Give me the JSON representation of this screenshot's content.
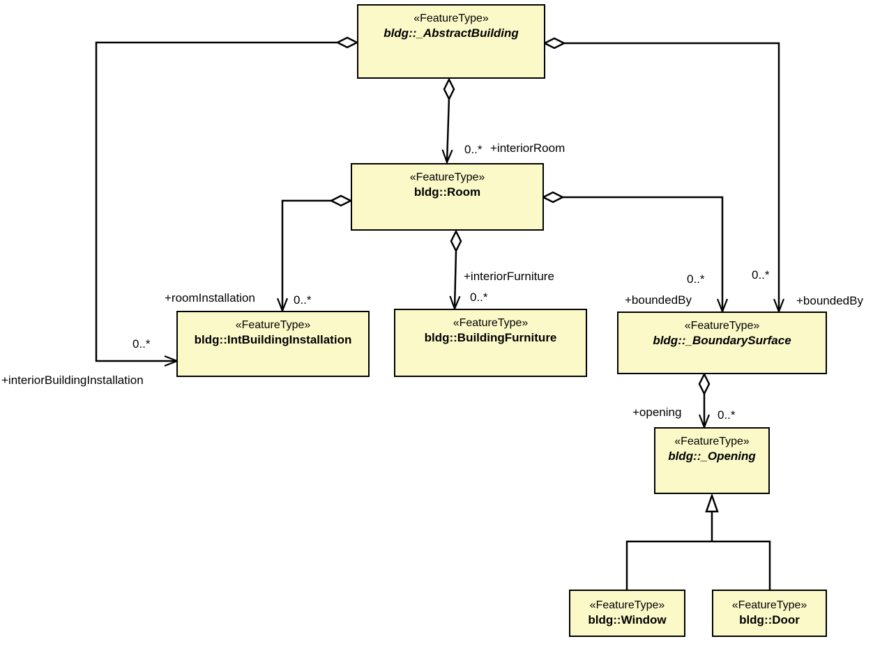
{
  "classes": {
    "abstract_building": {
      "stereotype": "«FeatureType»",
      "name": "bldg::_AbstractBuilding"
    },
    "room": {
      "stereotype": "«FeatureType»",
      "name": "bldg::Room"
    },
    "int_building_installation": {
      "stereotype": "«FeatureType»",
      "name": "bldg::IntBuildingInstallation"
    },
    "building_furniture": {
      "stereotype": "«FeatureType»",
      "name": "bldg::BuildingFurniture"
    },
    "boundary_surface": {
      "stereotype": "«FeatureType»",
      "name": "bldg::_BoundarySurface"
    },
    "opening": {
      "stereotype": "«FeatureType»",
      "name": "bldg::_Opening"
    },
    "window": {
      "stereotype": "«FeatureType»",
      "name": "bldg::Window"
    },
    "door": {
      "stereotype": "«FeatureType»",
      "name": "bldg::Door"
    }
  },
  "labels": {
    "interior_room_role": "+interiorRoom",
    "interior_room_mult": "0..*",
    "room_installation_role": "+roomInstallation",
    "room_installation_mult": "0..*",
    "interior_furniture_role": "+interiorFurniture",
    "interior_furniture_mult": "0..*",
    "room_bounded_by_role": "+boundedBy",
    "room_bounded_by_mult": "0..*",
    "building_bounded_by_role": "+boundedBy",
    "building_bounded_by_mult": "0..*",
    "interior_building_installation_role": "+interiorBuildingInstallation",
    "interior_building_installation_mult": "0..*",
    "opening_role": "+opening",
    "opening_mult": "0..*"
  }
}
